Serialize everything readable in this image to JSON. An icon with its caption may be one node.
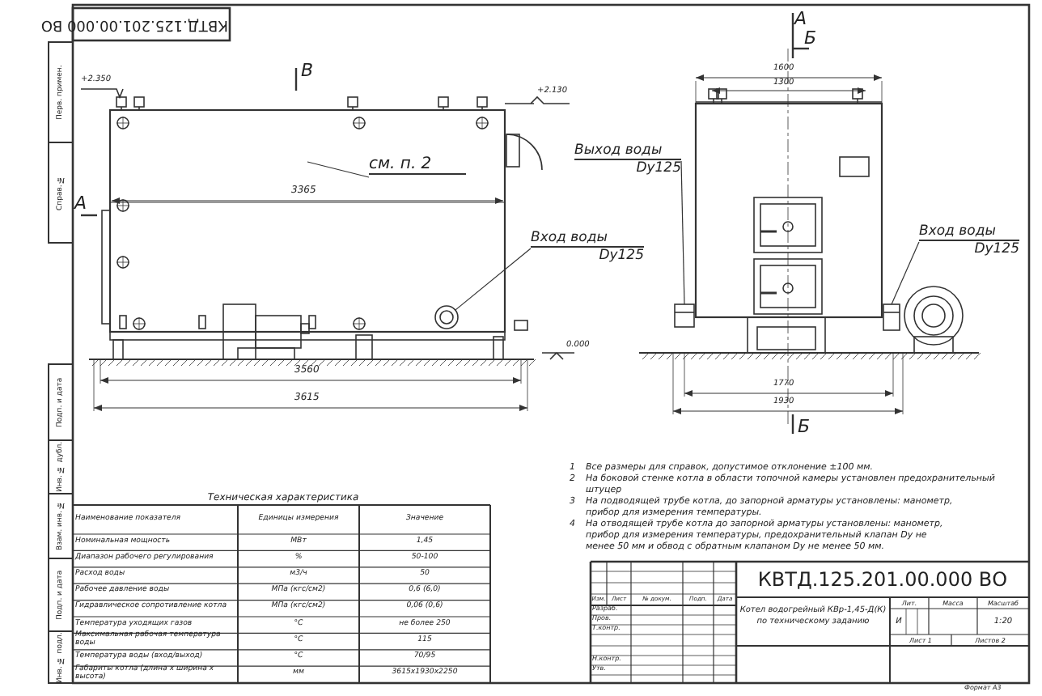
{
  "diagram": {
    "nodes": [
      {
        "text": [
          "см. п. 2"
        ]
      },
      {
        "text": [
          "Вход воды",
          "Dy125"
        ]
      },
      {
        "text": [],
        "shape": "circle"
      },
      {
        "text": [
          "Выход воды",
          "Dy125"
        ]
      },
      {
        "text": [],
        "shape": "box"
      },
      {
        "text": [
          "Вход воды",
          "Dy125"
        ]
      },
      {
        "text": [],
        "shape": "box"
      }
    ],
    "edges": [
      {
        "from": 0,
        "to": null,
        "arrow": "none"
      },
      {
        "from": 1,
        "to": 2,
        "arrow": "none"
      },
      {
        "from": 3,
        "to": 4,
        "arrow": "none"
      },
      {
        "from": 5,
        "to": 6,
        "arrow": "none"
      }
    ],
    "labels": [
      "КВТД.125.201.00.000 ВО",
      "Перв. примен.",
      "Справ. №",
      "+2.350",
      "В",
      "+2.130",
      "А",
      "Б",
      "1600",
      "1300",
      "3365",
      "А",
      "0.000",
      "3560",
      "1770",
      "3615",
      "1930",
      "Б",
      "Подп. и дата",
      "Инв. № дубл.",
      "Взам. инв. №",
      "Подп. и дата",
      "Инв. № подл.",
      "1",
      "Все размеры для справок, допустимое отклонение ±100 мм.",
      "2",
      "На боковой стенке котла в области топочной камеры установлен предохранительный штуцер",
      "3",
      "На подводящей трубе котла, до запорной арматуры установлены: манометр, прибор для измерения температуры.",
      "4",
      "На отводящей трубе котла до запорной арматуры установлены: манометр, прибор для измерения температуры, предохранительный клапан Dy не менее 50 мм и обвод с обратным клапаном Dy не менее 50 мм.",
      "Техническая характеристика",
      "Наименование показателя",
      "Единицы измерения",
      "Значение",
      "Номинальная мощность",
      "МВт",
      "1,45",
      "Диапазон рабочего регулирования",
      "%",
      "50-100",
      "Расход воды",
      "м3/ч",
      "50",
      "Рабочее давление воды",
      "МПа (кгс/см2)",
      "0,6 (6,0)",
      "Гидравлическое сопротивление котла",
      "МПа (кгс/см2)",
      "0,06 (0,6)",
      "Температура уходящих газов",
      "°С",
      "не более 250",
      "Максимальная рабочая температура воды",
      "°С",
      "115",
      "Температура воды (вход/выход)",
      "°С",
      "70/95",
      "Габариты котла (длина х ширина х высота)",
      "мм",
      "3615х1930х2250",
      "КВТД.125.201.00.000 ВО",
      "Изм.",
      "Лист",
      "№ докум.",
      "Подп.",
      "Дата",
      "Разраб.",
      "Пров.",
      "Т.контр.",
      "Н.контр.",
      "Утв.",
      "Котел водогрейный КВр-1,45-Д(К) по техническому заданию",
      "Лит.",
      "Масса",
      "Масштаб",
      "И",
      "1:20",
      "Лист 1",
      "Листов 2",
      "Формат A3"
    ]
  }
}
